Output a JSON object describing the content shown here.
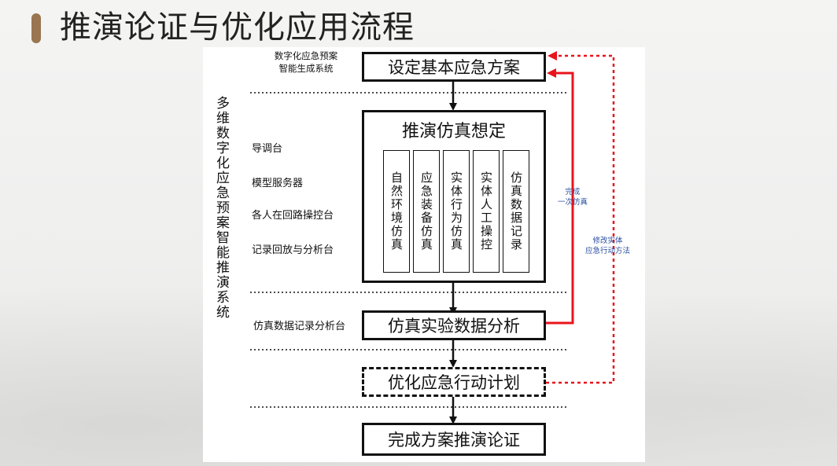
{
  "slide": {
    "title": "推演论证与优化应用流程"
  },
  "diagram": {
    "system_label": "多维数字化应急预案智能推演系统",
    "generator_label_line1": "数字化应急预案",
    "generator_label_line2": "智能生成系统",
    "left_labels": [
      "导调台",
      "模型服务器",
      "各人在回路操控台",
      "记录回放与分析台",
      "仿真数据记录分析台"
    ],
    "steps": {
      "basic_plan": "设定基本应急方案",
      "simulation": "推演仿真想定",
      "data_analysis": "仿真实验数据分析",
      "optimize": "优化应急行动计划",
      "complete": "完成方案推演论证"
    },
    "sim_modules": [
      "自然环境仿真",
      "应急装备仿真",
      "实体行为仿真",
      "实体人工操控",
      "仿真数据记录"
    ],
    "feedback": {
      "one_sim_line1": "完成",
      "one_sim_line2": "一次仿真",
      "modify_line1": "修改实体",
      "modify_line2": "应急行动方法"
    },
    "colors": {
      "solid_feedback": "#e8141c",
      "dashed_feedback": "#e8141c",
      "note_text": "#2b4fa0"
    }
  }
}
